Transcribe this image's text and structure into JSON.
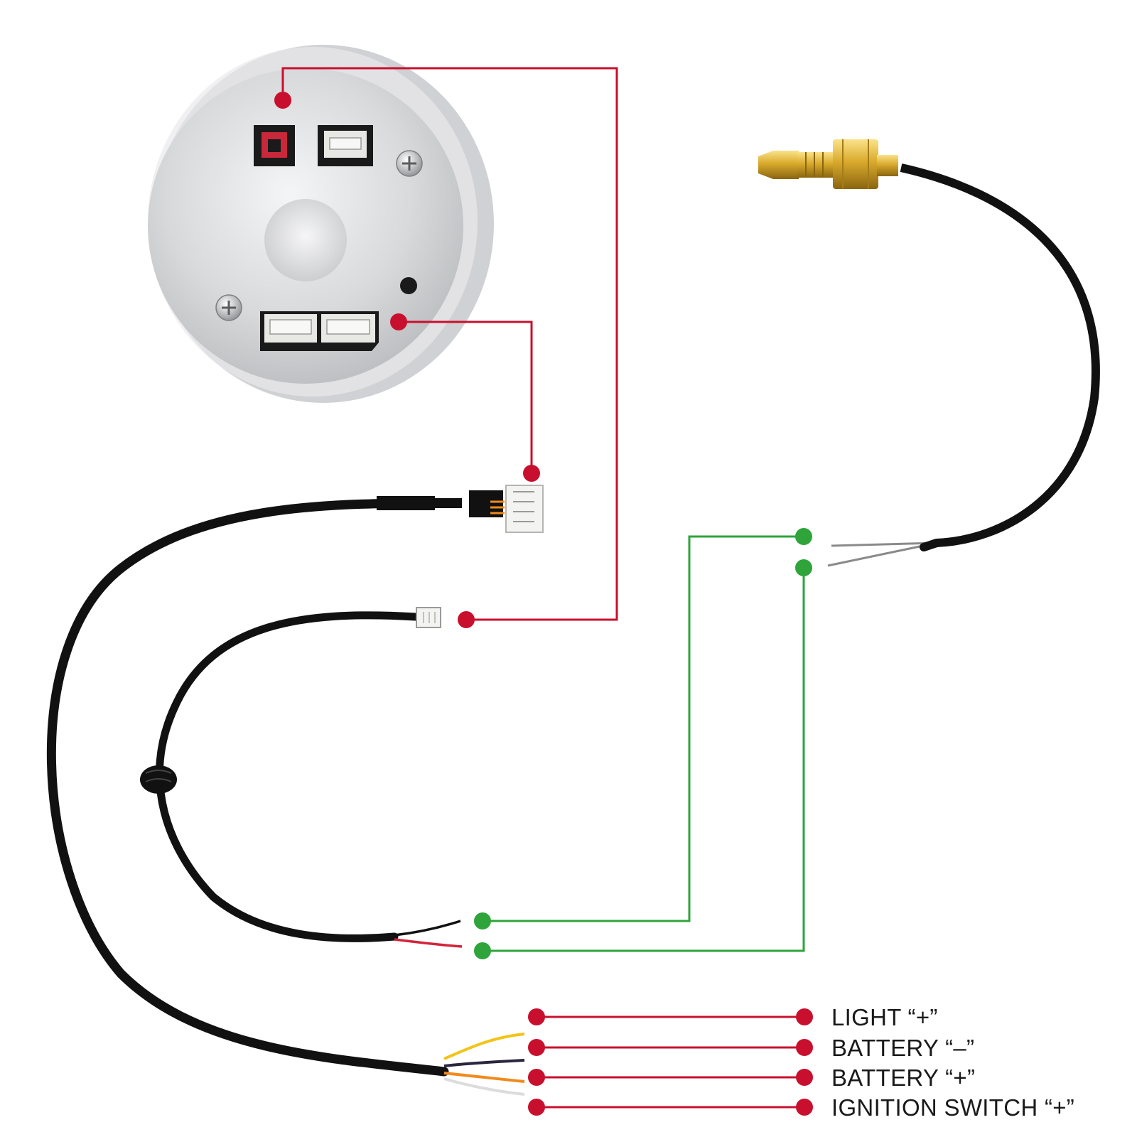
{
  "colors": {
    "connection_red": "#c8102e",
    "connection_green": "#2ea43a",
    "cable_black": "#141414",
    "brass": "#c9a227",
    "gauge_silver": "#d9dadc",
    "wire_yellow": "#f2c418",
    "wire_dark": "#2b2540",
    "wire_orange": "#f08a1c",
    "wire_white": "#eeeeee",
    "wire_red": "#d3243a",
    "wire_gray": "#8a8a8a"
  },
  "labels": [
    {
      "id": "light_plus",
      "text": "LIGHT “+”"
    },
    {
      "id": "battery_minus",
      "text": "BATTERY “–”"
    },
    {
      "id": "battery_plus",
      "text": "BATTERY “+”"
    },
    {
      "id": "ignition_plus",
      "text": "IGNITION SWITCH “+”"
    }
  ]
}
